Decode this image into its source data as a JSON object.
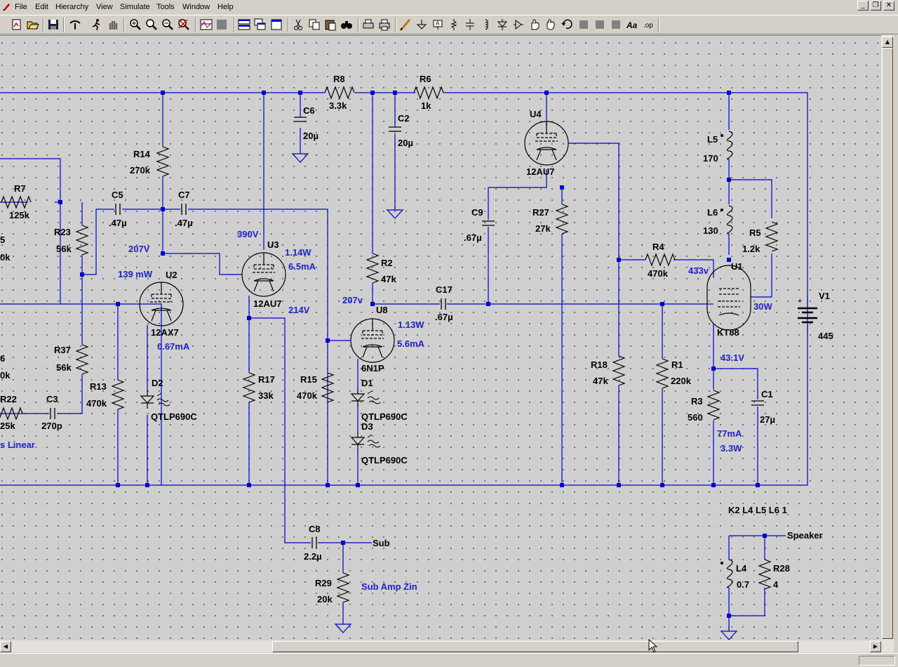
{
  "menu": {
    "items": [
      "File",
      "Edit",
      "Hierarchy",
      "View",
      "Simulate",
      "Tools",
      "Window",
      "Help"
    ]
  },
  "window_controls": {
    "minimize": "_",
    "restore": "❐",
    "close": "✕"
  },
  "toolbar": {
    "buttons": [
      "new-schematic-icon",
      "open-icon",
      "save-icon",
      "control-panel-icon",
      "run-icon",
      "halt-icon",
      "zoom-in-icon",
      "zoom-pan-icon",
      "zoom-out-icon",
      "zoom-fit-icon",
      "waveform-icon",
      "gray-box-icon",
      "tile-horizontal-icon",
      "cascade-icon",
      "close-windows-icon",
      "cut-icon",
      "copy-icon",
      "paste-icon",
      "find-icon",
      "print-setup-icon",
      "print-icon",
      "draw-wire-icon",
      "ground-icon",
      "label-net-icon",
      "resistor-icon",
      "capacitor-icon",
      "diode-icon",
      "component-icon",
      "move-icon",
      "drag-icon",
      "undo-icon",
      "redo-icon",
      "rotate-icon",
      "mirror-icon",
      "text-icon",
      "spice-directive-icon"
    ]
  },
  "colors": {
    "wire": "#0000cc",
    "annotation": "#2020cc",
    "component_text": "#000000",
    "canvas": "#cfcfcf"
  },
  "components": {
    "R8": {
      "name": "R8",
      "value": "3.3k"
    },
    "R6": {
      "name": "R6",
      "value": "1k"
    },
    "C6": {
      "name": "C6",
      "value": "20µ"
    },
    "C2": {
      "name": "C2",
      "value": "20µ"
    },
    "R14": {
      "name": "R14",
      "value": "270k"
    },
    "R7": {
      "name": "R7",
      "value": "125k"
    },
    "C5": {
      "name": "C5",
      "value": ".47µ"
    },
    "C7": {
      "name": "C7",
      "value": ".47µ"
    },
    "R23": {
      "name": "R23",
      "value": "56k"
    },
    "R37": {
      "name": "R37",
      "value": "56k"
    },
    "R13": {
      "name": "R13",
      "value": "470k"
    },
    "C3": {
      "name": "C3",
      "value": "270p"
    },
    "R22": {
      "name": "R22",
      "value": "25k"
    },
    "U2": {
      "name": "U2",
      "value": "12AX7"
    },
    "U3": {
      "name": "U3",
      "value": "12AU7"
    },
    "U4": {
      "name": "U4",
      "value": "12AU7"
    },
    "U8": {
      "name": "U8",
      "value": "6N1P"
    },
    "U1": {
      "name": "U1",
      "value": "KT88"
    },
    "D2": {
      "name": "D2",
      "value": "QTLP690C"
    },
    "D1": {
      "name": "D1",
      "value": "QTLP690C"
    },
    "D3": {
      "name": "D3",
      "value": "QTLP690C"
    },
    "R17": {
      "name": "R17",
      "value": "33k"
    },
    "R15": {
      "name": "R15",
      "value": "470k"
    },
    "R2": {
      "name": "R2",
      "value": "47k"
    },
    "C17": {
      "name": "C17",
      "value": ".67µ"
    },
    "C9": {
      "name": "C9",
      "value": ".67µ"
    },
    "R27": {
      "name": "R27",
      "value": "27k"
    },
    "R18": {
      "name": "R18",
      "value": "47k"
    },
    "R1": {
      "name": "R1",
      "value": "220k"
    },
    "R4": {
      "name": "R4",
      "value": "470k"
    },
    "L5": {
      "name": "L5",
      "value": "170"
    },
    "L6": {
      "name": "L6",
      "value": "130"
    },
    "R5": {
      "name": "R5",
      "value": "1.2k"
    },
    "R3": {
      "name": "R3",
      "value": "560"
    },
    "C1": {
      "name": "C1",
      "value": "27µ"
    },
    "V1": {
      "name": "V1",
      "value": "445"
    },
    "C8": {
      "name": "C8",
      "value": "2.2µ"
    },
    "R29": {
      "name": "R29",
      "value": "20k"
    },
    "L4": {
      "name": "L4",
      "value": "0.7"
    },
    "R28": {
      "name": "R28",
      "value": "4"
    }
  },
  "partial_labels": {
    "r5_frag": "5",
    "k_frag1": "0k",
    "r6_frag": "6",
    "k_frag2": "0k",
    "linear_frag": "s Linear"
  },
  "annotations": {
    "v207a": "207V",
    "p139": "139 mW",
    "v390": "390V",
    "w114": "1.14W",
    "ma65": "6.5mA",
    "v214": "214V",
    "ma067": "0.67mA",
    "v207b": "207v",
    "w113": "1.13W",
    "ma56": "5.6mA",
    "v433": "433v",
    "w30": "30W",
    "v431": "43.1V",
    "ma77": "77mA",
    "w33": "3.3W",
    "sub_amp": "Sub Amp Zin"
  },
  "net_labels": {
    "sub": "Sub",
    "speaker": "Speaker"
  },
  "directive": "K2 L4 L5 L6 1",
  "polarity_plus": "+"
}
